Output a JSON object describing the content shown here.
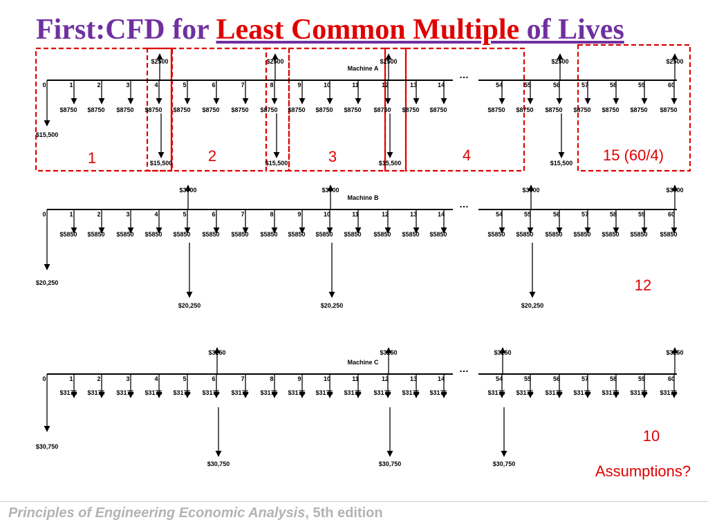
{
  "title": {
    "part1": "First:CFD for ",
    "part2": "Least Common Multiple",
    "part3": " of Lives"
  },
  "colors": {
    "title_purple": "#7030a0",
    "title_red": "#e00000",
    "box_red": "#e00000",
    "line": "#000000"
  },
  "machines": [
    {
      "name": "Machine A",
      "period_labels": [
        "0",
        "1",
        "2",
        "3",
        "4",
        "5",
        "6",
        "7",
        "8",
        "9",
        "10",
        "11",
        "12",
        "13",
        "14",
        "54",
        "55",
        "56",
        "57",
        "58",
        "59",
        "60"
      ],
      "annual_cost": "$8750",
      "investment": "$15,500",
      "salvage": "$2500",
      "salvage_positions": [
        "4",
        "8",
        "12",
        "56",
        "60"
      ],
      "reinvest_positions": [
        "4",
        "8",
        "12",
        "56"
      ],
      "ellipsis": "…"
    },
    {
      "name": "Machine B",
      "period_labels": [
        "0",
        "1",
        "2",
        "3",
        "4",
        "5",
        "6",
        "7",
        "8",
        "9",
        "10",
        "11",
        "12",
        "13",
        "14",
        "54",
        "55",
        "56",
        "57",
        "58",
        "59",
        "60"
      ],
      "annual_cost": "$5850",
      "investment": "$20,250",
      "salvage": "$3000",
      "salvage_positions": [
        "5",
        "10",
        "55",
        "60"
      ],
      "reinvest_positions": [
        "5",
        "10",
        "55"
      ],
      "ellipsis": "…"
    },
    {
      "name": "Machine C",
      "period_labels": [
        "0",
        "1",
        "2",
        "3",
        "4",
        "5",
        "6",
        "7",
        "8",
        "9",
        "10",
        "11",
        "12",
        "13",
        "14",
        "54",
        "55",
        "56",
        "57",
        "58",
        "59",
        "60"
      ],
      "annual_cost": "$3175",
      "investment": "$30,750",
      "salvage": "$3250",
      "salvage_positions": [
        "6",
        "12",
        "54",
        "60"
      ],
      "reinvest_positions": [
        "6",
        "12",
        "54"
      ],
      "ellipsis": "…"
    }
  ],
  "cycle_labels": [
    "1",
    "2",
    "3",
    "4",
    "15 (60/4)"
  ],
  "replacement_counts": {
    "machine_b": "12",
    "machine_c": "10"
  },
  "assumptions_label": "Assumptions?",
  "footer": {
    "book": "Principles of Engineering Economic Analysis",
    "edition": ", 5th edition"
  }
}
